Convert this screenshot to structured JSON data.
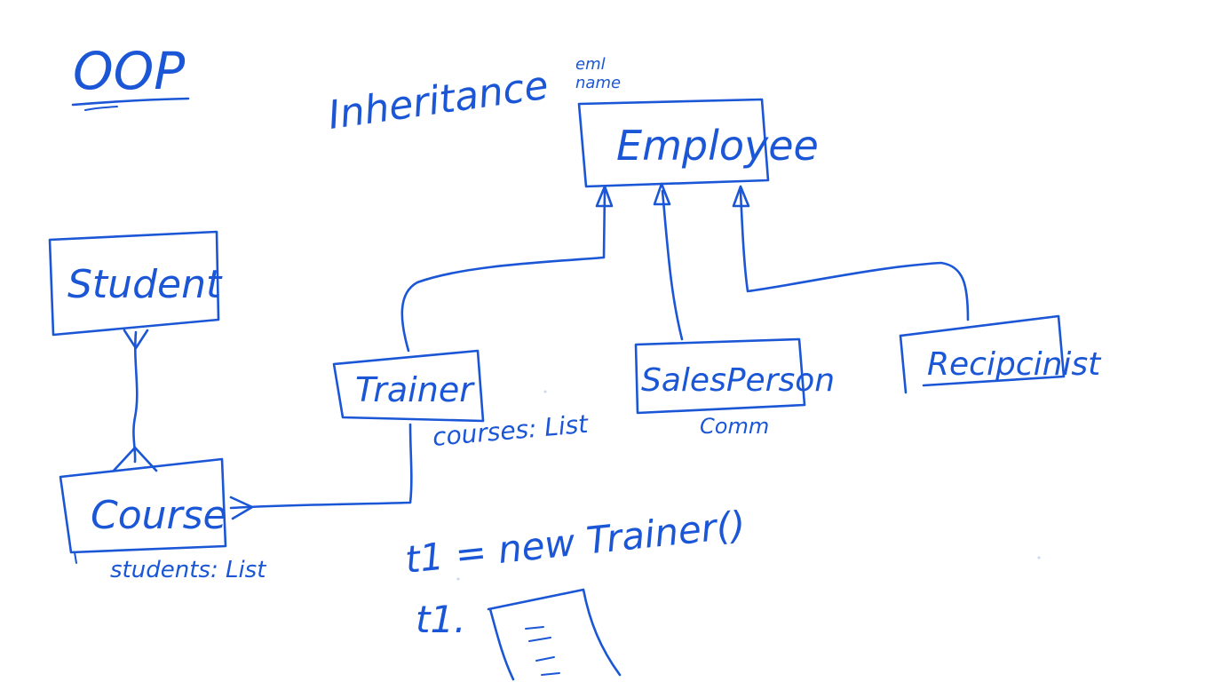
{
  "title": "OOP",
  "heading": "Inheritance",
  "note_above_employee": [
    "eml",
    "name"
  ],
  "classes": {
    "employee": "Employee",
    "student": "Student",
    "course": "Course",
    "trainer": "Trainer",
    "salesperson": "SalesPerson",
    "receptionist": "Recipcinist"
  },
  "attributes": {
    "trainer": "courses: List",
    "course": "students: List",
    "salesperson": "Comm"
  },
  "code": {
    "line1": "t1 = new Trainer()",
    "line2": "t1."
  },
  "ink_color": "#1a56d6"
}
